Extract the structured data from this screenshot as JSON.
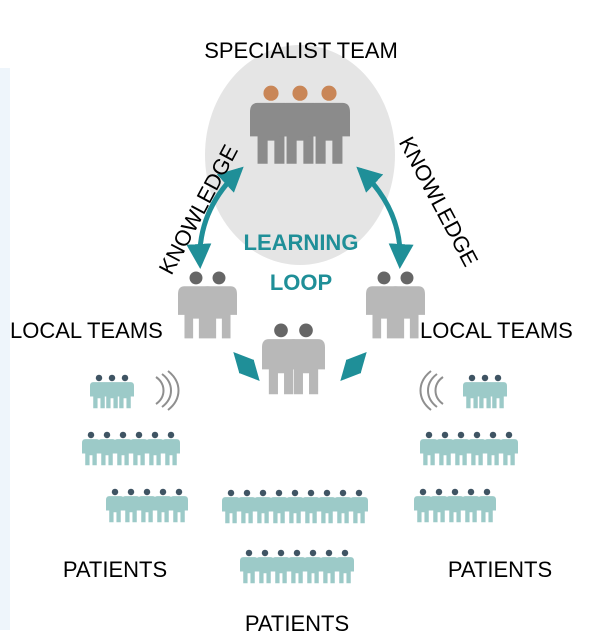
{
  "diagram": {
    "specialist_team_label": "SPECIALIST TEAM",
    "knowledge_left_label": "KNOWLEDGE",
    "knowledge_right_label": "KNOWLEDGE",
    "learning_label": "LEARNING",
    "loop_label": "LOOP",
    "local_teams_left_label": "LOCAL TEAMS",
    "local_teams_right_label": "LOCAL TEAMS",
    "patients_left_label": "PATIENTS",
    "patients_right_label": "PATIENTS",
    "patients_bottom_label": "PATIENTS"
  },
  "colors": {
    "panel": "#eef5fb",
    "specialist_circle": "#e5e5e5",
    "specialist_head": "#c98657",
    "specialist_body": "#8b8b8b",
    "local_head": "#666666",
    "local_body": "#b8b8b8",
    "patient_head": "#3f5463",
    "patient_body": "#9ccac8",
    "arrow": "#1f8f98",
    "signal": "#8f8f8f"
  }
}
